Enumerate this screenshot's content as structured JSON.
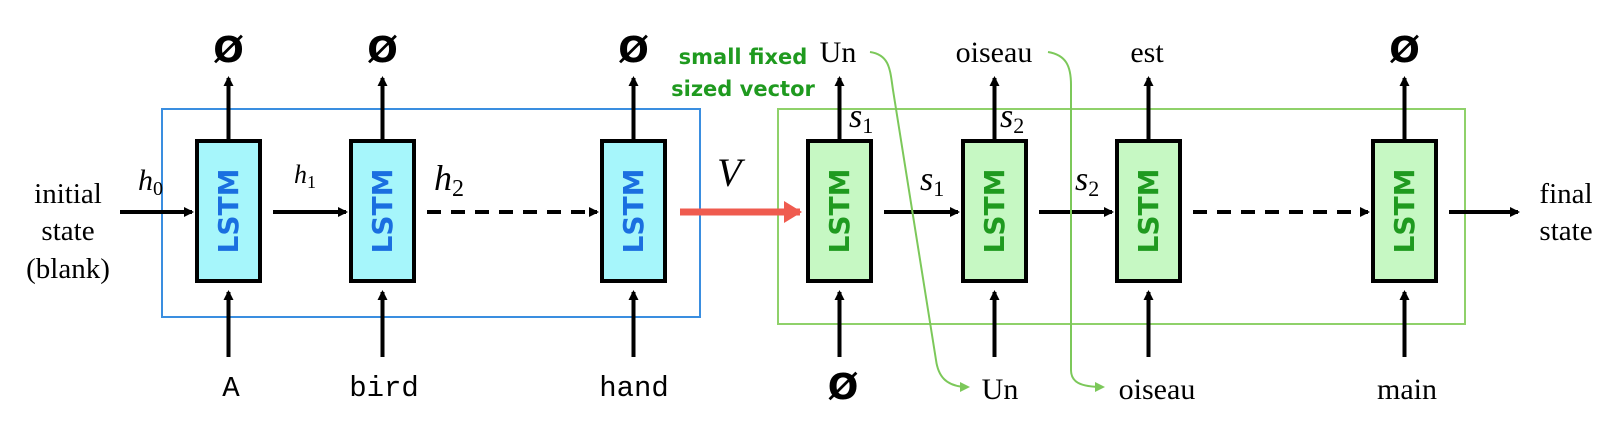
{
  "colors": {
    "encoder_fill": "#a6f6fb",
    "encoder_text": "#1a6fe0",
    "encoder_frame": "#3a8ee0",
    "decoder_fill": "#c6f8c3",
    "decoder_text": "#1f9a1f",
    "decoder_frame": "#8fd16a",
    "vector_arrow": "#ef5b4f",
    "annotation": "#1f9a1f",
    "callout_line": "#7cc85a"
  },
  "cell_label": "LSTM",
  "encoder": {
    "initial_state_lines": [
      "initial",
      "state",
      "(blank)"
    ],
    "hidden_labels": [
      "h",
      "h",
      "h"
    ],
    "hidden_subscripts": [
      "0",
      "1",
      "2"
    ],
    "inputs": [
      "A",
      "bird",
      "hand"
    ],
    "outputs": [
      "Ø",
      "Ø",
      "Ø"
    ]
  },
  "context_vector_label": "V",
  "annotation_lines": [
    "small fixed",
    "sized vector"
  ],
  "decoder": {
    "inputs": [
      "Ø",
      "Un",
      "oiseau",
      "main"
    ],
    "outputs": [
      "Un",
      "oiseau",
      "est",
      "Ø"
    ],
    "state_labels": [
      "s",
      "s",
      "s",
      "s"
    ],
    "state_subscripts": [
      "1",
      "2",
      "1",
      "2"
    ],
    "final_state_lines": [
      "final",
      "state"
    ]
  }
}
